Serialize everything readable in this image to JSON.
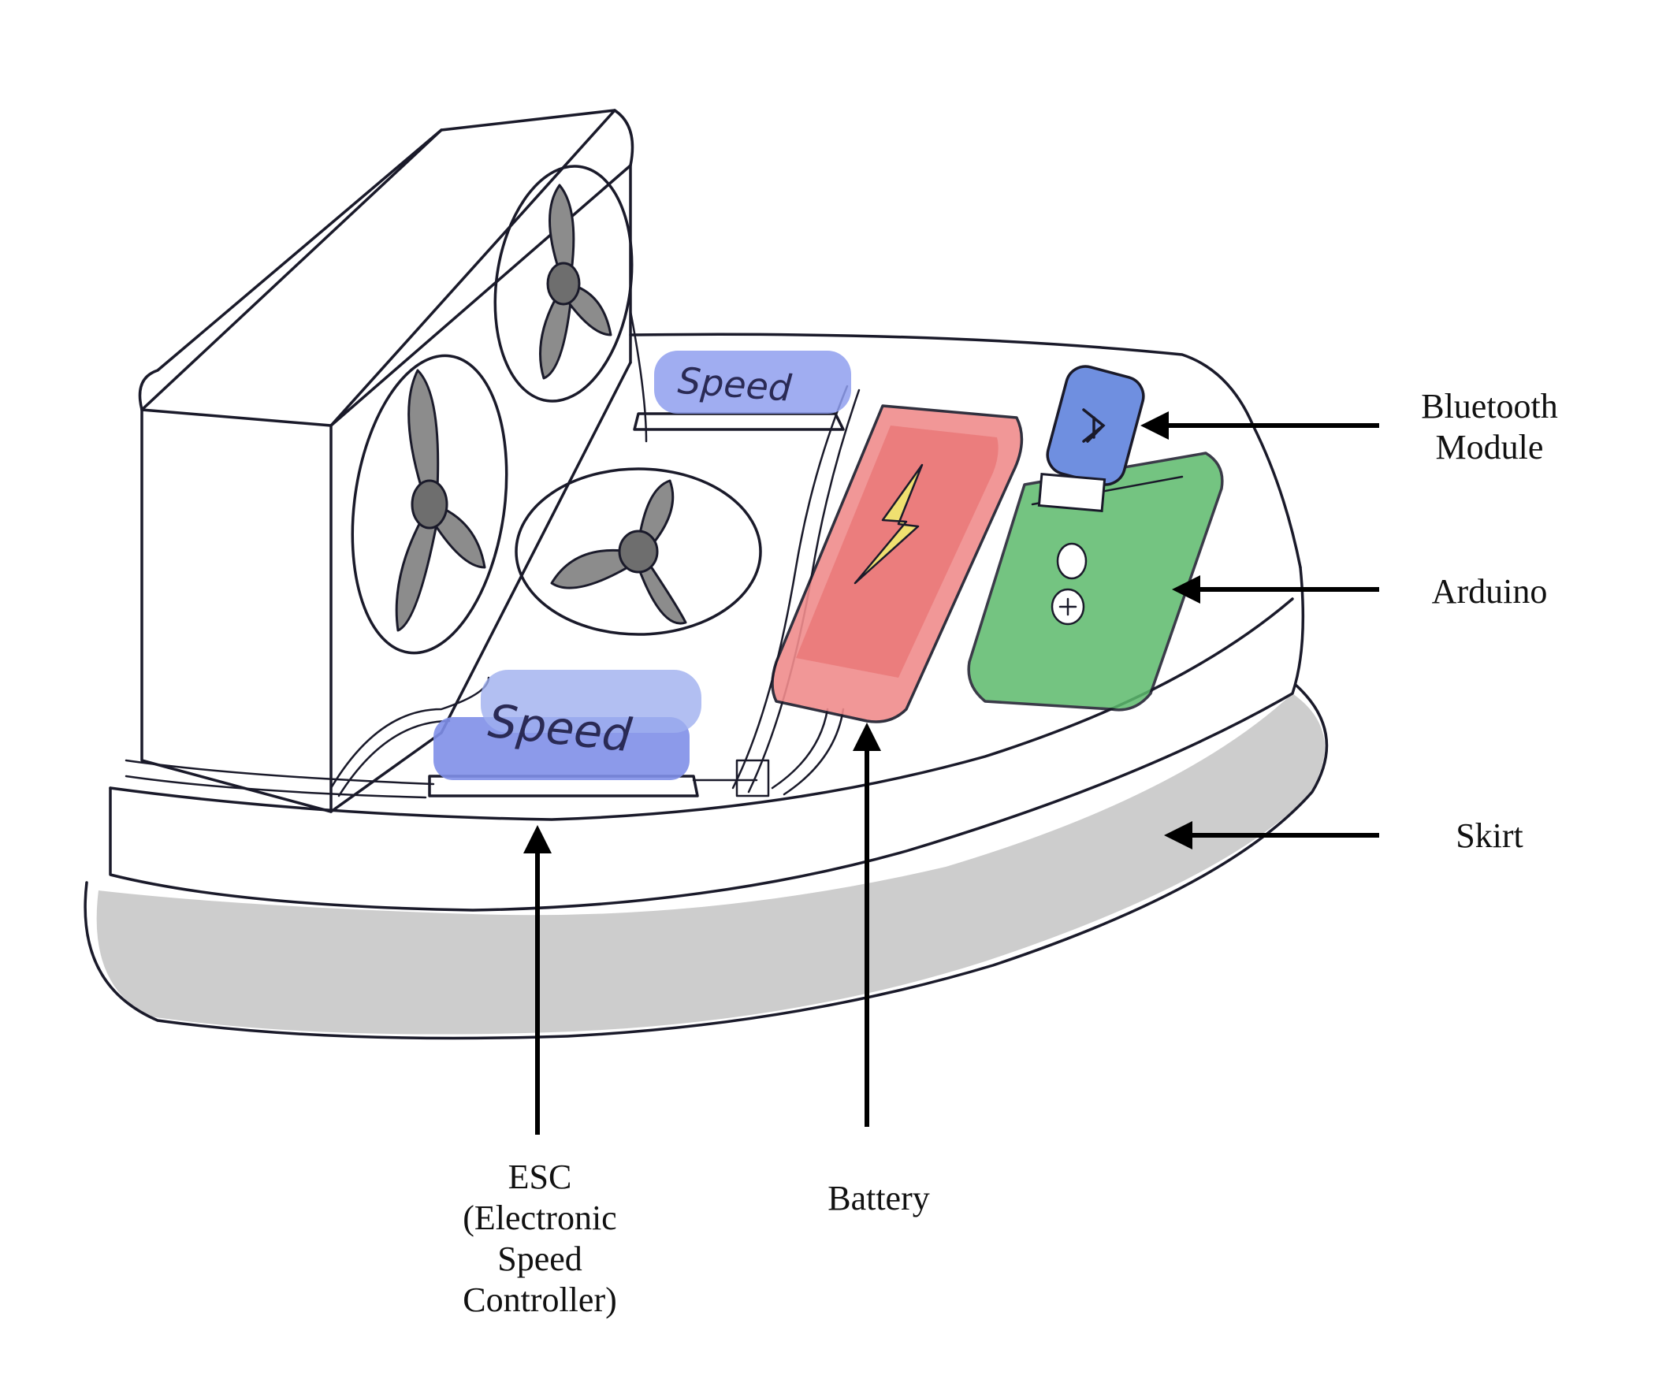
{
  "labels": {
    "bluetooth": "Bluetooth\nModule",
    "arduino": "Arduino",
    "skirt": "Skirt",
    "esc": "ESC\n(Electronic\nSpeed\nController)",
    "battery": "Battery"
  },
  "component_text": {
    "speed_top": "Speed",
    "speed_bottom": "Speed"
  },
  "colors": {
    "esc_blue": "#8f9fef",
    "battery_red": "#f08c8c",
    "bolt_yellow": "#f0e070",
    "arduino_green": "#5cba6c",
    "bluetooth_blue": "#6f8fe0",
    "skirt_gray": "#c4c4c4",
    "fan_blade": "#8c8c8c"
  },
  "icons": [
    "fan-icon",
    "lightning-bolt-icon",
    "bluetooth-icon",
    "arrow-icon"
  ]
}
